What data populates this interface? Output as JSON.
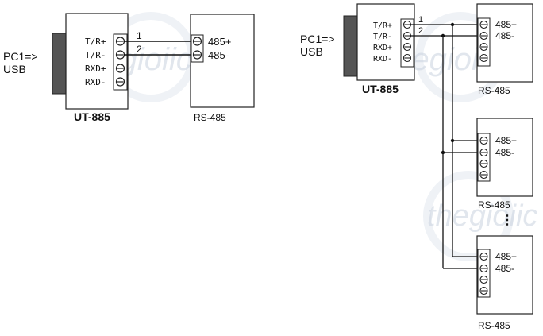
{
  "watermark": "thegioiic",
  "left_setup": {
    "pc_label": "PC1=>",
    "usb_label": "USB",
    "converter_name": "UT-885",
    "converter_pins": [
      "T/R+",
      "T/R-",
      "RXD+",
      "RXD-"
    ],
    "wire_labels": [
      "1",
      "2"
    ],
    "device_pins": [
      "485+",
      "485-"
    ],
    "device_name": "RS-485"
  },
  "right_setup": {
    "pc_label": "PC1=>",
    "usb_label": "USB",
    "converter_name": "UT-885",
    "converter_pins": [
      "T/R+",
      "T/R-",
      "RXD+",
      "RXD-"
    ],
    "wire_labels": [
      "1",
      "2"
    ],
    "ellipsis": "⋮",
    "devices": [
      {
        "pins": [
          "485+",
          "485-"
        ],
        "name": "RS-485"
      },
      {
        "pins": [
          "485+",
          "485-"
        ],
        "name": "RS-485"
      },
      {
        "pins": [
          "485+",
          "485-"
        ],
        "name": "RS-485"
      }
    ]
  }
}
